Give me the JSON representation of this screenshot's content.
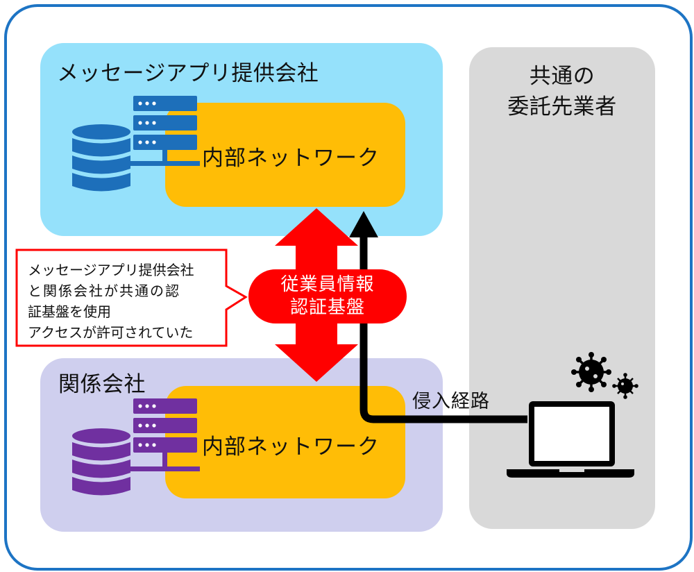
{
  "message_app_company": {
    "title": "メッセージアプリ提供会社",
    "network_label": "内部ネットワーク"
  },
  "related_company": {
    "title": "関係会社",
    "network_label": "内部ネットワーク"
  },
  "contractor": {
    "title_line1": "共通の",
    "title_line2": "委託先業者"
  },
  "auth_platform": {
    "line1": "従業員情報",
    "line2": "認証基盤"
  },
  "callout": {
    "lines": [
      "メッセージアプリ提供会社",
      "と関係会社が共通の認",
      "証基盤を使用",
      "アクセスが許可されていた"
    ]
  },
  "intrusion_path": {
    "label": "侵入経路"
  },
  "icons": [
    "database-icon",
    "server-rack-icon",
    "laptop-icon",
    "virus-icon"
  ],
  "colors": {
    "frame": "#1d74c4",
    "message_zone": "#95e1fb",
    "related_zone": "#cfcfee",
    "contractor_zone": "#d9d9d9",
    "network": "#ffbd06",
    "auth": "#ff0000",
    "server_blue": "#1d6fba",
    "server_purple": "#7030a0"
  }
}
